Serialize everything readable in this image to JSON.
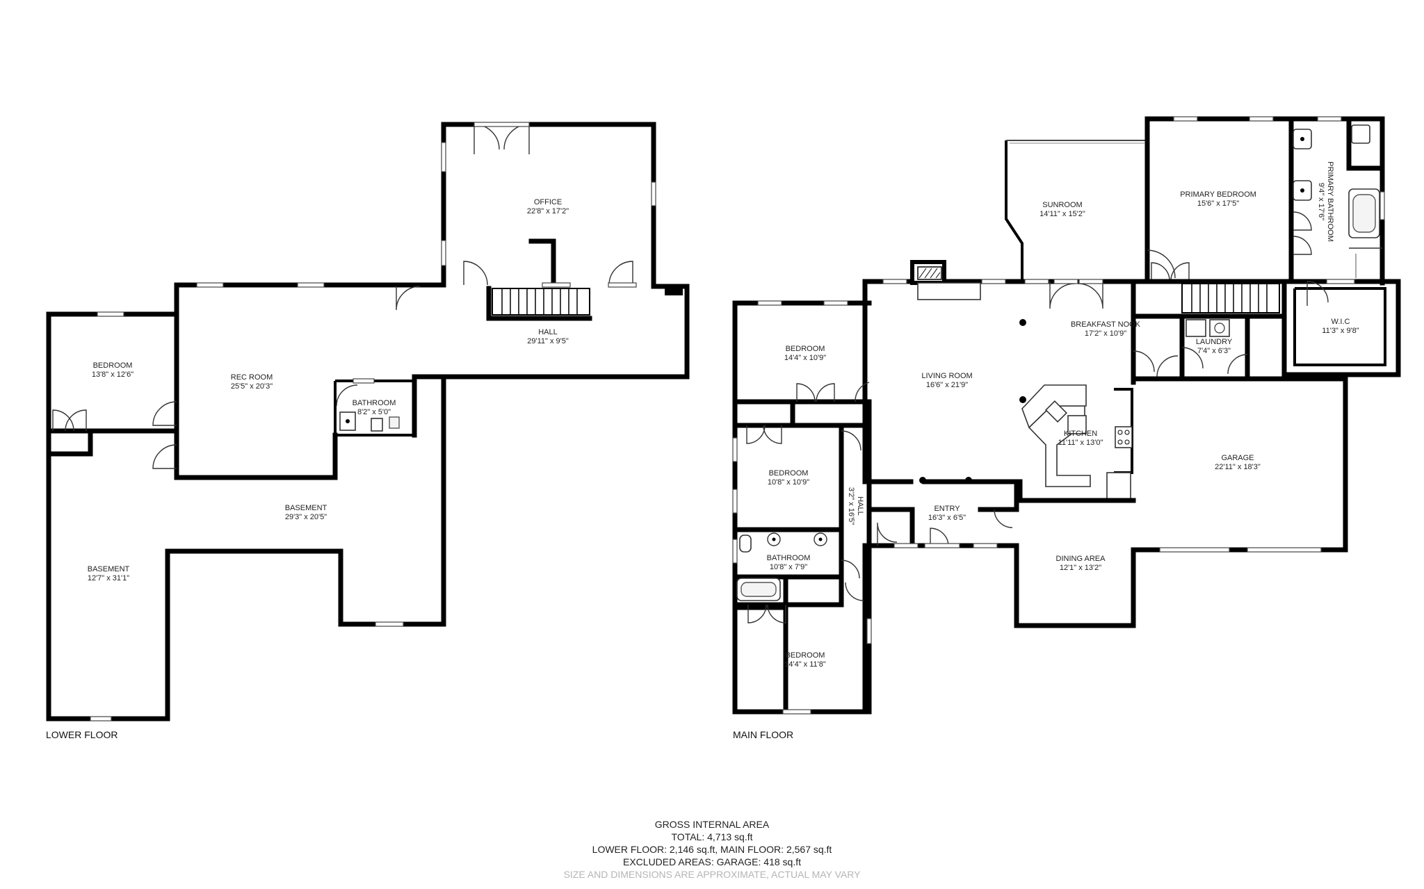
{
  "lower_floor": {
    "label": "LOWER FLOOR",
    "rooms": {
      "office": {
        "name": "OFFICE",
        "dims": "22'8\" x 17'2\""
      },
      "hall": {
        "name": "HALL",
        "dims": "29'11\" x 9'5\""
      },
      "rec_room": {
        "name": "REC ROOM",
        "dims": "25'5\" x 20'3\""
      },
      "bedroom": {
        "name": "BEDROOM",
        "dims": "13'8\" x 12'6\""
      },
      "bathroom": {
        "name": "BATHROOM",
        "dims": "8'2\" x 5'0\""
      },
      "basement_main": {
        "name": "BASEMENT",
        "dims": "29'3\" x 20'5\""
      },
      "basement_west": {
        "name": "BASEMENT",
        "dims": "12'7\" x 31'1\""
      }
    }
  },
  "main_floor": {
    "label": "MAIN FLOOR",
    "rooms": {
      "sunroom": {
        "name": "SUNROOM",
        "dims": "14'11\" x 15'2\""
      },
      "primary_bedroom": {
        "name": "PRIMARY BEDROOM",
        "dims": "15'6\" x 17'5\""
      },
      "primary_bathroom": {
        "name": "PRIMARY BATHROOM",
        "dims": "9'4\" x 17'6\""
      },
      "wic": {
        "name": "W.I.C",
        "dims": "11'3\" x 9'8\""
      },
      "breakfast_nook": {
        "name": "BREAKFAST NOOK",
        "dims": "17'2\" x 10'9\""
      },
      "laundry": {
        "name": "LAUNDRY",
        "dims": "7'4\" x 6'3\""
      },
      "living_room": {
        "name": "LIVING ROOM",
        "dims": "16'6\" x 21'9\""
      },
      "kitchen": {
        "name": "KITCHEN",
        "dims": "11'11\" x 13'0\""
      },
      "garage": {
        "name": "GARAGE",
        "dims": "22'11\" x 18'3\""
      },
      "bedroom_1": {
        "name": "BEDROOM",
        "dims": "14'4\" x 10'9\""
      },
      "bedroom_2": {
        "name": "BEDROOM",
        "dims": "10'8\" x 10'9\""
      },
      "hall": {
        "name": "HALL",
        "dims": "3'2\" x 16'5\""
      },
      "bathroom": {
        "name": "BATHROOM",
        "dims": "10'8\" x 7'9\""
      },
      "bedroom_3": {
        "name": "BEDROOM",
        "dims": "14'4\" x 11'8\""
      },
      "entry": {
        "name": "ENTRY",
        "dims": "16'3\" x 6'5\""
      },
      "dining_area": {
        "name": "DINING AREA",
        "dims": "12'1\" x 13'2\""
      }
    }
  },
  "area_summary": {
    "title": "GROSS INTERNAL AREA",
    "total": "TOTAL: 4,713 sq.ft",
    "floors": "LOWER FLOOR: 2,146 sq.ft, MAIN FLOOR: 2,567 sq.ft",
    "excluded": "EXCLUDED AREAS: GARAGE: 418 sq.ft",
    "disclaimer": "SIZE AND DIMENSIONS ARE APPROXIMATE, ACTUAL MAY VARY"
  }
}
